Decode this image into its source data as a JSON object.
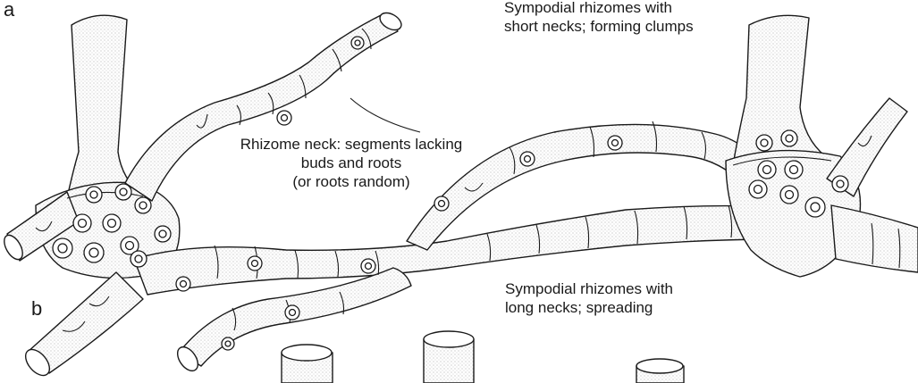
{
  "panel_labels": {
    "a": "a",
    "b": "b"
  },
  "labels": {
    "top_right_line1": "Sympodial rhizomes with",
    "top_right_line2": "short necks; forming clumps",
    "neck_line1": "Rhizome neck: segments lacking",
    "neck_line2": "buds and roots",
    "neck_line3": "(or roots random)",
    "bottom_line1": "Sympodial rhizomes with",
    "bottom_line2": "long necks; spreading"
  },
  "colors": {
    "ink": "#1a1a1a",
    "paper": "#ffffff",
    "stipple": "#e8e8e8"
  }
}
